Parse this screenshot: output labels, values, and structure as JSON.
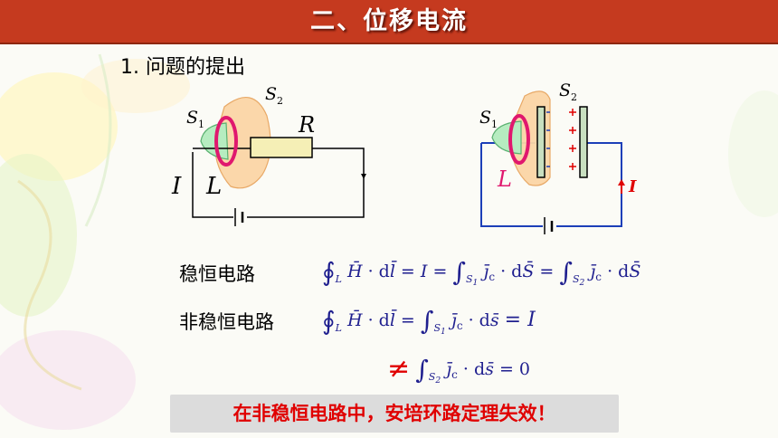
{
  "header": {
    "title": "二、位移电流"
  },
  "section": {
    "subtitle": "1. 问题的提出"
  },
  "left_figure": {
    "s1": "S",
    "s1_sub": "1",
    "s2": "S",
    "s2_sub": "2",
    "r": "R",
    "i": "I",
    "l": "L"
  },
  "right_figure": {
    "s1": "S",
    "s1_sub": "1",
    "s2": "S",
    "s2_sub": "2",
    "l": "L",
    "i": "I"
  },
  "rows": {
    "steady_label": "稳恒电路",
    "unsteady_label": "非稳恒电路"
  },
  "formulas": {
    "eq_i": "= I",
    "eq_zero": "= 0"
  },
  "conclusion": {
    "text": "在非稳恒电路中，安培环路定理失效！"
  },
  "colors": {
    "header_bg": "#c53a1f",
    "formula": "#1f1f8f",
    "emphasis": "#e00000"
  }
}
